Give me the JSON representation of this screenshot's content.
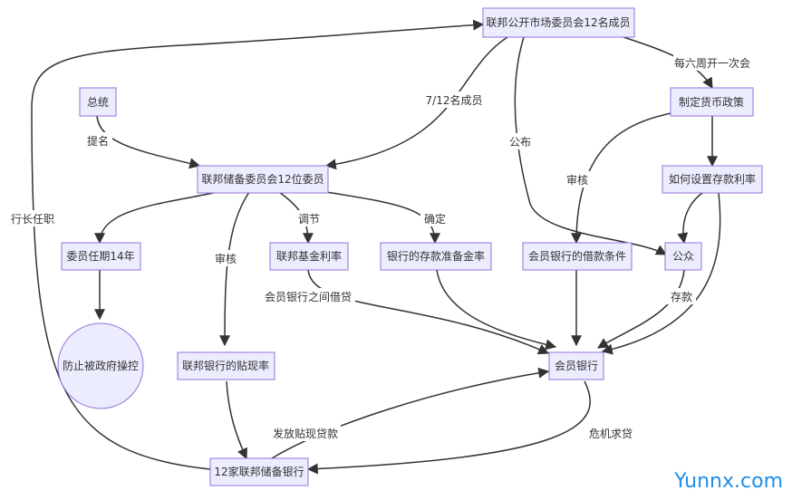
{
  "nodes": {
    "fomc": "联邦公开市场委员会12名成员",
    "president": "总统",
    "board": "联邦储备委员会12位委员",
    "term": "委员任期14年",
    "prevent": "防止被政府操控",
    "fed_funds": "联邦基金利率",
    "reserve": "银行的存款准备金率",
    "discount": "联邦银行的贴现率",
    "regional": "12家联邦储备银行",
    "member_banks": "会员银行",
    "monetary": "制定货币政策",
    "deposit_rate": "如何设置存款利率",
    "public": "公众",
    "borrow_cond": "会员银行的借款条件"
  },
  "edge_labels": {
    "every_six_weeks": "每六周开一次会",
    "seven_of_twelve": "7/12名成员",
    "publish": "公布",
    "nominate": "提名",
    "review_monetary": "审核",
    "review_board": "审核",
    "adjust": "调节",
    "determine": "确定",
    "interbank": "会员银行之间借贷",
    "deposit": "存款",
    "discount_loan": "发放贴现贷款",
    "crisis": "危机求贷",
    "president_duty": "行长任职"
  },
  "watermark": "Yunnx.com",
  "colors": {
    "node_fill": "#ECECFF",
    "node_stroke": "#9370DB",
    "edge": "#333333",
    "watermark": "#1e8ee8"
  }
}
